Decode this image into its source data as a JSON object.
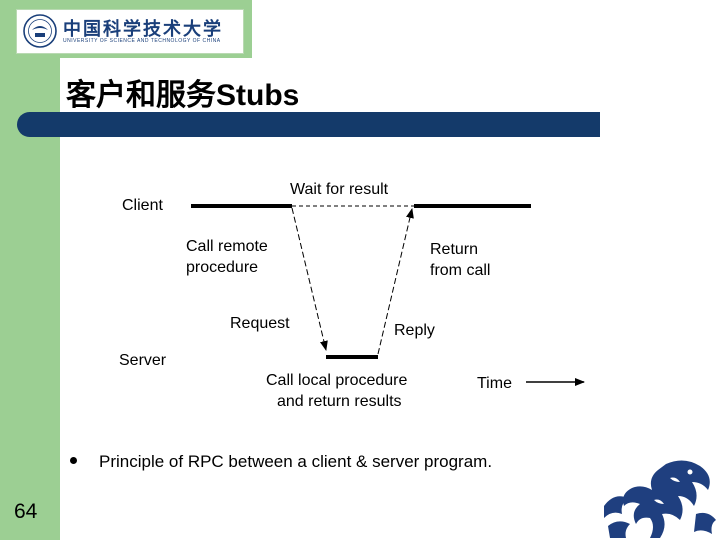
{
  "logo": {
    "name_cn": "中国科学技术大学",
    "name_en": "UNIVERSITY OF SCIENCE AND TECHNOLOGY OF CHINA"
  },
  "slide": {
    "title": "客户和服务Stubs",
    "number": "64"
  },
  "diagram": {
    "client_label": "Client",
    "server_label": "Server",
    "wait_label": "Wait for result",
    "call_remote_line1": "Call remote",
    "call_remote_line2": "procedure",
    "return_line1": "Return",
    "return_line2": "from call",
    "request_label": "Request",
    "reply_label": "Reply",
    "call_local_line1": "Call local procedure",
    "call_local_line2": "and return results",
    "time_label": "Time"
  },
  "bullets": [
    "Principle of RPC between a client & server program."
  ],
  "colors": {
    "sidebar": "#9ccf93",
    "title_bar": "#143a6a",
    "logo_blue": "#1a3f7a"
  },
  "icons": {
    "seal": "university-seal-icon",
    "dragon": "dragon-emblem-icon"
  }
}
